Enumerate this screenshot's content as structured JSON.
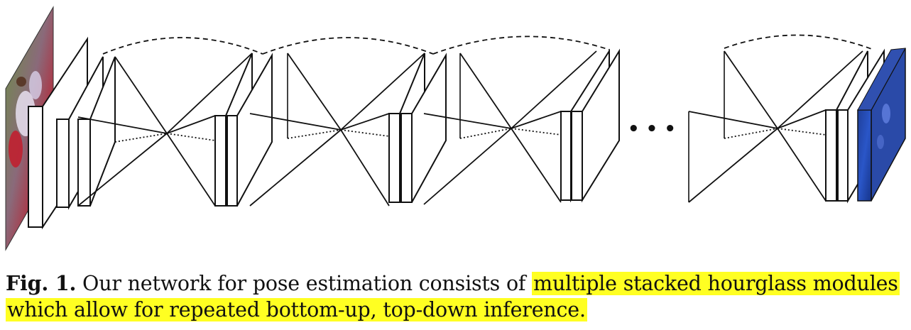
{
  "figure": {
    "ellipsis": "• • •"
  },
  "caption": {
    "label": "Fig. 1.",
    "text_plain": " Our network for pose estimation consists of ",
    "text_highlight_1": "multiple stacked hourglass modules",
    "text_highlight_2": "which allow for repeated bottom-up, top-down inference.",
    "highlight_color": "#ffff22"
  }
}
